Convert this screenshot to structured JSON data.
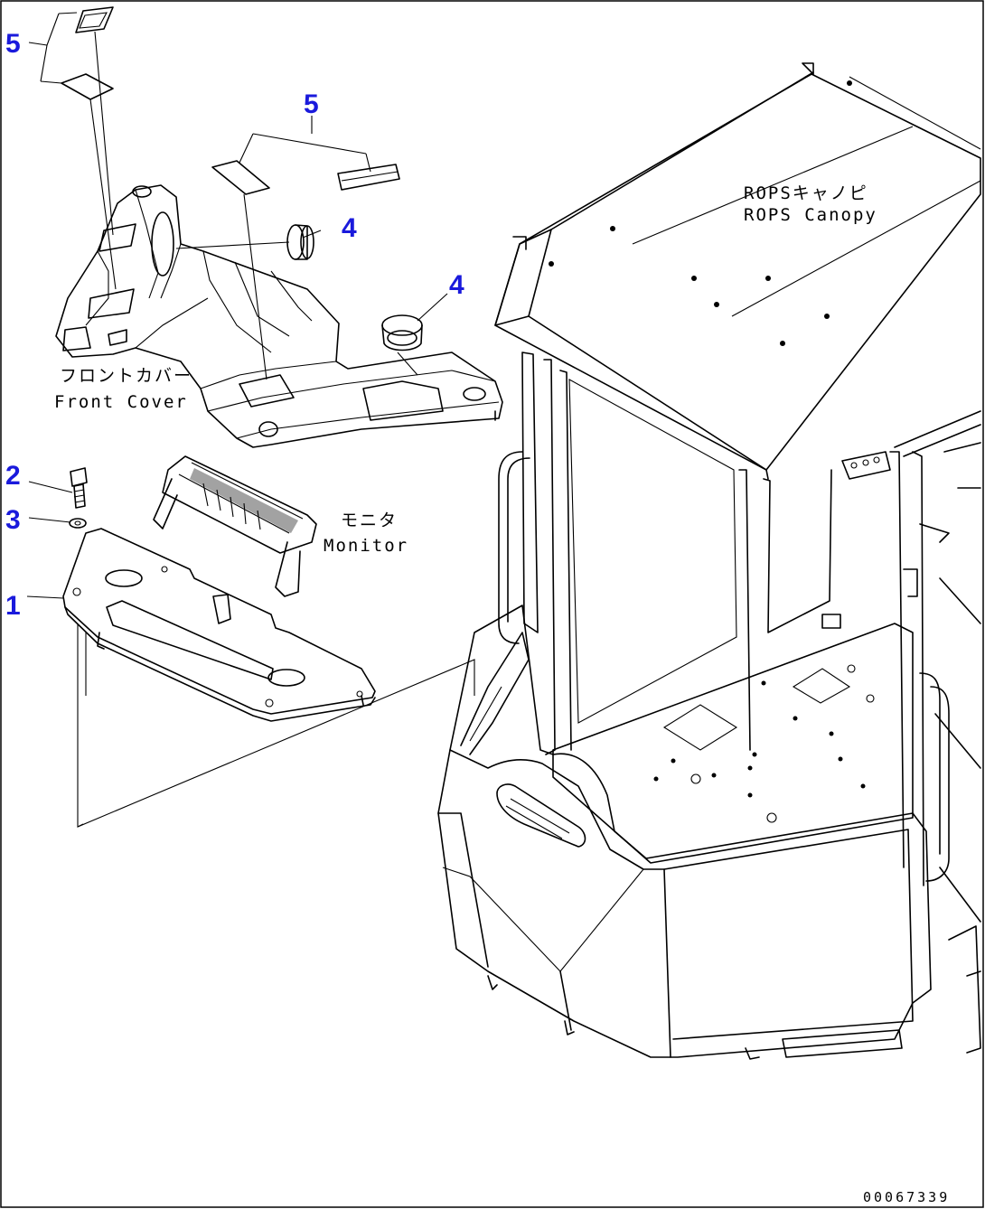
{
  "callouts": {
    "c1": "1",
    "c2": "2",
    "c3": "3",
    "c4a": "4",
    "c4b": "4",
    "c5a": "5",
    "c5b": "5"
  },
  "labels": {
    "canopy_jp": "ROPSキャノピ",
    "canopy_en": "ROPS Canopy",
    "front_cover_jp": "フロントカバー",
    "front_cover_en": "Front Cover",
    "monitor_jp": "モニタ",
    "monitor_en": "Monitor"
  },
  "document_id": "00067339",
  "colors": {
    "callout": "#1a1adc",
    "line": "#000000",
    "background": "#ffffff"
  }
}
